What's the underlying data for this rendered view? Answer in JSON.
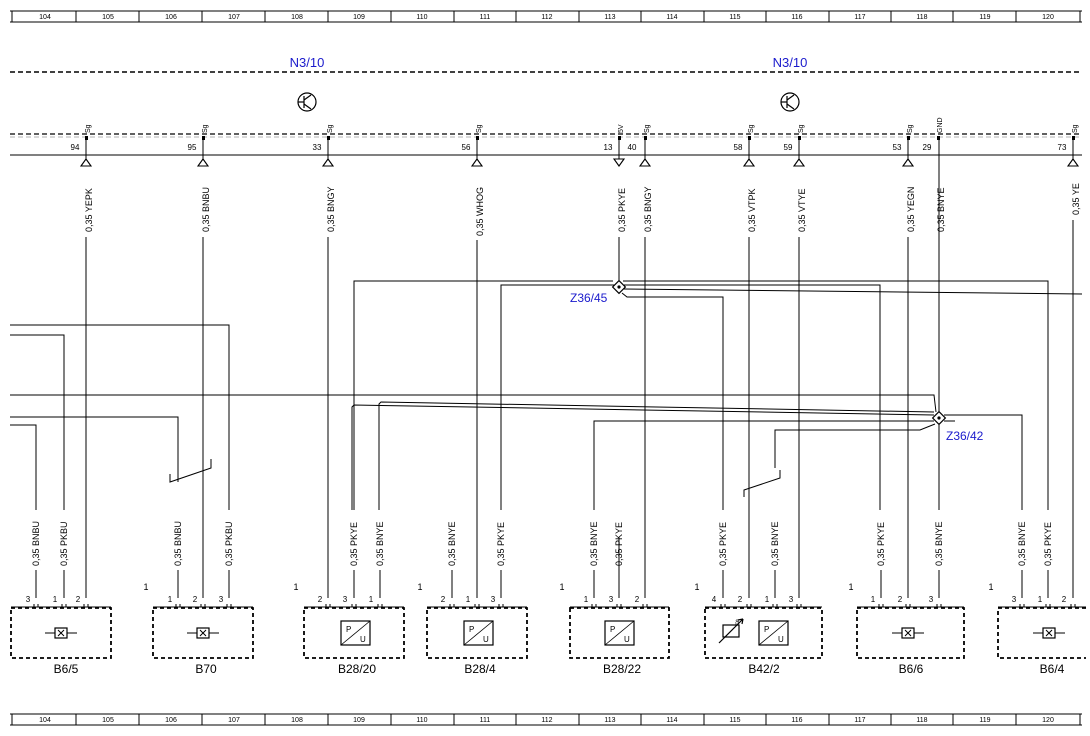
{
  "grid": {
    "labels": [
      "104",
      "105",
      "106",
      "107",
      "108",
      "109",
      "110",
      "111",
      "112",
      "113",
      "114",
      "115",
      "116",
      "117",
      "118",
      "119",
      "120"
    ]
  },
  "modules": [
    {
      "label": "N3/10"
    },
    {
      "label": "N3/10"
    }
  ],
  "pins": [
    {
      "num": "94",
      "sig": "Sg",
      "wire": "0,35 YEPK"
    },
    {
      "num": "95",
      "sig": "Sg",
      "wire": "0,35 BNBU"
    },
    {
      "num": "33",
      "sig": "Sg",
      "wire": "0,35 BNGY"
    },
    {
      "num": "56",
      "sig": "Sg",
      "wire": "0,35 WHOG"
    },
    {
      "num": "13",
      "sig": "5V",
      "wire": "0,35 PKYE"
    },
    {
      "num": "40",
      "sig": "Sg",
      "wire": "0,35 BNGY"
    },
    {
      "num": "58",
      "sig": "Sg",
      "wire": "0,35 VTPK"
    },
    {
      "num": "59",
      "sig": "Sg",
      "wire": "0,35 VTYE"
    },
    {
      "num": "53",
      "sig": "Sg",
      "wire": "0,35 YEGN"
    },
    {
      "num": "29",
      "sig": "GND",
      "wire": "0,35 BNYE"
    },
    {
      "num": "73",
      "sig": "Sg",
      "wire": "0,35 YE"
    }
  ],
  "splices": [
    {
      "label": "Z36/45"
    },
    {
      "label": "Z36/42"
    }
  ],
  "components": [
    {
      "label": "B6/5",
      "marker": "",
      "pins": [
        "3",
        "1",
        "2"
      ],
      "wires": [
        "0,35 BNBU",
        "0,35 PKBU"
      ]
    },
    {
      "label": "B70",
      "marker": "1",
      "pins": [
        "1",
        "2",
        "3"
      ],
      "wires": [
        "0,35 BNBU",
        "0,35 PKBU"
      ]
    },
    {
      "label": "B28/20",
      "marker": "1",
      "pins": [
        "2",
        "3",
        "1"
      ],
      "wires": [
        "0,35 PKYE",
        "0,35 BNYE"
      ]
    },
    {
      "label": "B28/4",
      "marker": "1",
      "pins": [
        "2",
        "1",
        "3"
      ],
      "wires": [
        "0,35 BNYE",
        "0,35 PKYE"
      ]
    },
    {
      "label": "B28/22",
      "marker": "1",
      "pins": [
        "1",
        "3",
        "2"
      ],
      "wires": [
        "0,35 BNYE",
        "0,35 PKYE"
      ]
    },
    {
      "label": "B42/2",
      "marker": "1",
      "pins": [
        "4",
        "2",
        "1",
        "3"
      ],
      "wires": [
        "0,35 PKYE",
        "0,35 BNYE"
      ]
    },
    {
      "label": "B6/6",
      "marker": "1",
      "pins": [
        "1",
        "2",
        "3"
      ],
      "wires": [
        "0,35 PKYE",
        "0,35 BNYE"
      ]
    },
    {
      "label": "B6/4",
      "marker": "1",
      "pins": [
        "3",
        "1",
        "2"
      ],
      "wires": [
        "0,35 BNYE",
        "0,35 PKYE"
      ]
    }
  ],
  "sensor_symbol": {
    "label": "P/U",
    "p": "P",
    "u": "U"
  }
}
